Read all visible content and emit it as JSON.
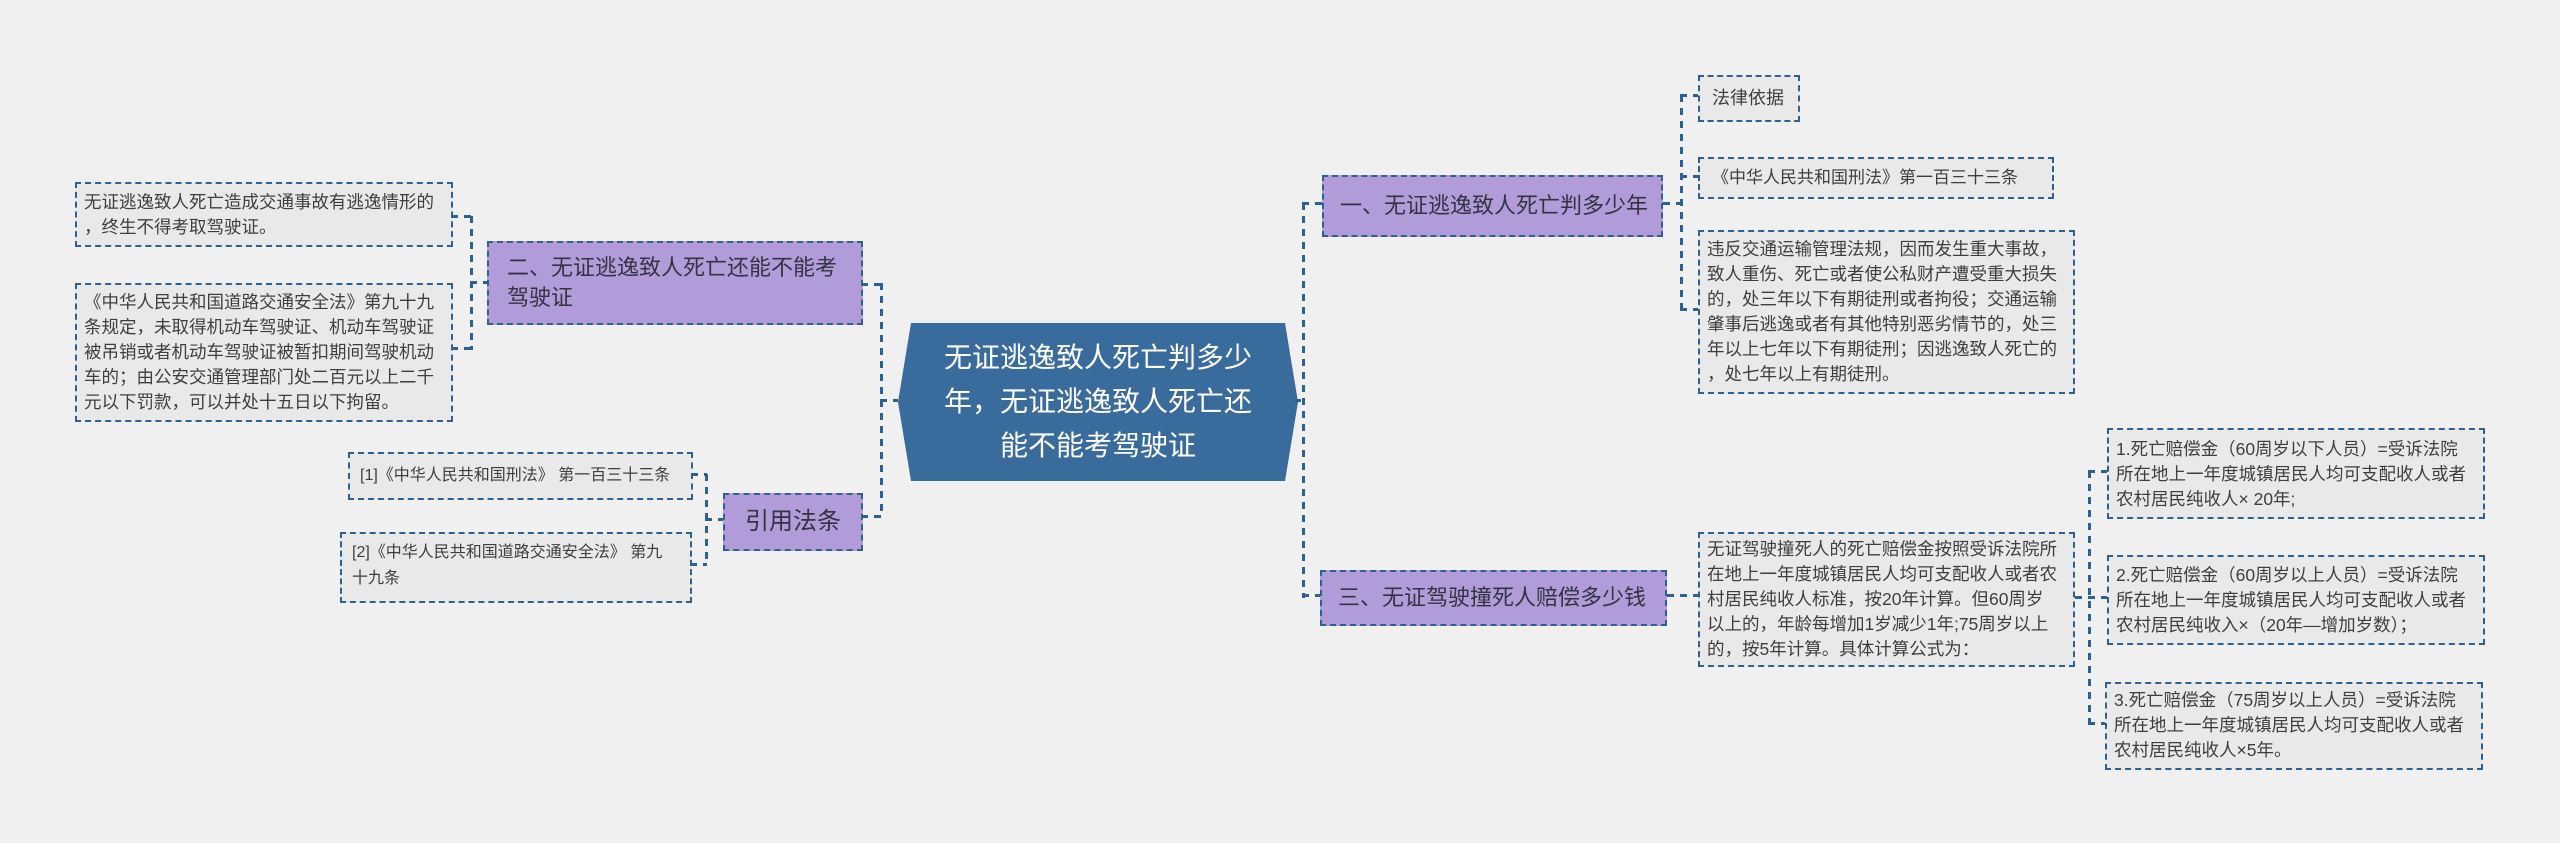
{
  "canvas": {
    "background": "#f0f0f0"
  },
  "colors": {
    "content_node_fill": "#e9e9e9",
    "topic_node_fill": "#b19cd9",
    "root_node_fill": "#3a6b9d",
    "connector_line": "#2d6191",
    "text": "#3e3e3e",
    "root_text": "#ffffff"
  },
  "root": {
    "text": "无证逃逸致人死亡判多少\n年，无证逃逸致人死亡还\n能不能考驾驶证"
  },
  "branches": {
    "topic1": {
      "label": "一、无证逃逸致人死亡判多少年",
      "legal_basis_label": "法律依据",
      "law_reference": "《中华人民共和国刑法》第一百三十三条",
      "law_content": "违反交通运输管理法规，因而发生重大事故，\n致人重伤、死亡或者使公私财产遭受重大损失\n的，处三年以下有期徒刑或者拘役；交通运输\n肇事后逃逸或者有其他特别恶劣情节的，处三\n年以上七年以下有期徒刑；因逃逸致人死亡的\n，处七年以上有期徒刑。"
    },
    "topic2": {
      "label": "二、无证逃逸致人死亡还能不能考\n驾驶证",
      "lifetime_ban_note": "无证逃逸致人死亡造成交通事故有逃逸情形的\n，终生不得考取驾驶证。",
      "road_safety_law_note": "《中华人民共和国道路交通安全法》第九十九\n条规定，未取得机动车驾驶证、机动车驾驶证\n被吊销或者机动车驾驶证被暂扣期间驾驶机动\n车的；由公安交通管理部门处二百元以上二千\n元以下罚款，可以并处十五日以下拘留。"
    },
    "topic3": {
      "label": "三、无证驾驶撞死人赔偿多少钱",
      "overview": "无证驾驶撞死人的死亡赔偿金按照受诉法院所\n在地上一年度城镇居民人均可支配收人或者农\n村居民纯收人标准，按20年计算。但60周岁\n以上的，年龄每增加1岁减少1年;75周岁以上\n的，按5年计算。具体计算公式为：",
      "formula1": "1.死亡赔偿金（60周岁以下人员）=受诉法院\n所在地上一年度城镇居民人均可支配收人或者\n农村居民纯收人× 20年;",
      "formula2": "2.死亡赔偿金（60周岁以上人员）=受诉法院\n所在地上一年度城镇居民人均可支配收人或者\n农村居民纯收入×（20年—增加岁数）；",
      "formula3": "3.死亡赔偿金（75周岁以上人员）=受诉法院\n所在地上一年度城镇居民人均可支配收人或者\n农村居民纯收人×5年。"
    },
    "citations": {
      "label": "引用法条",
      "item1": "[1]《中华人民共和国刑法》 第一百三十三条",
      "item2": "[2]《中华人民共和国道路交通安全法》 第九\n十九条"
    }
  }
}
